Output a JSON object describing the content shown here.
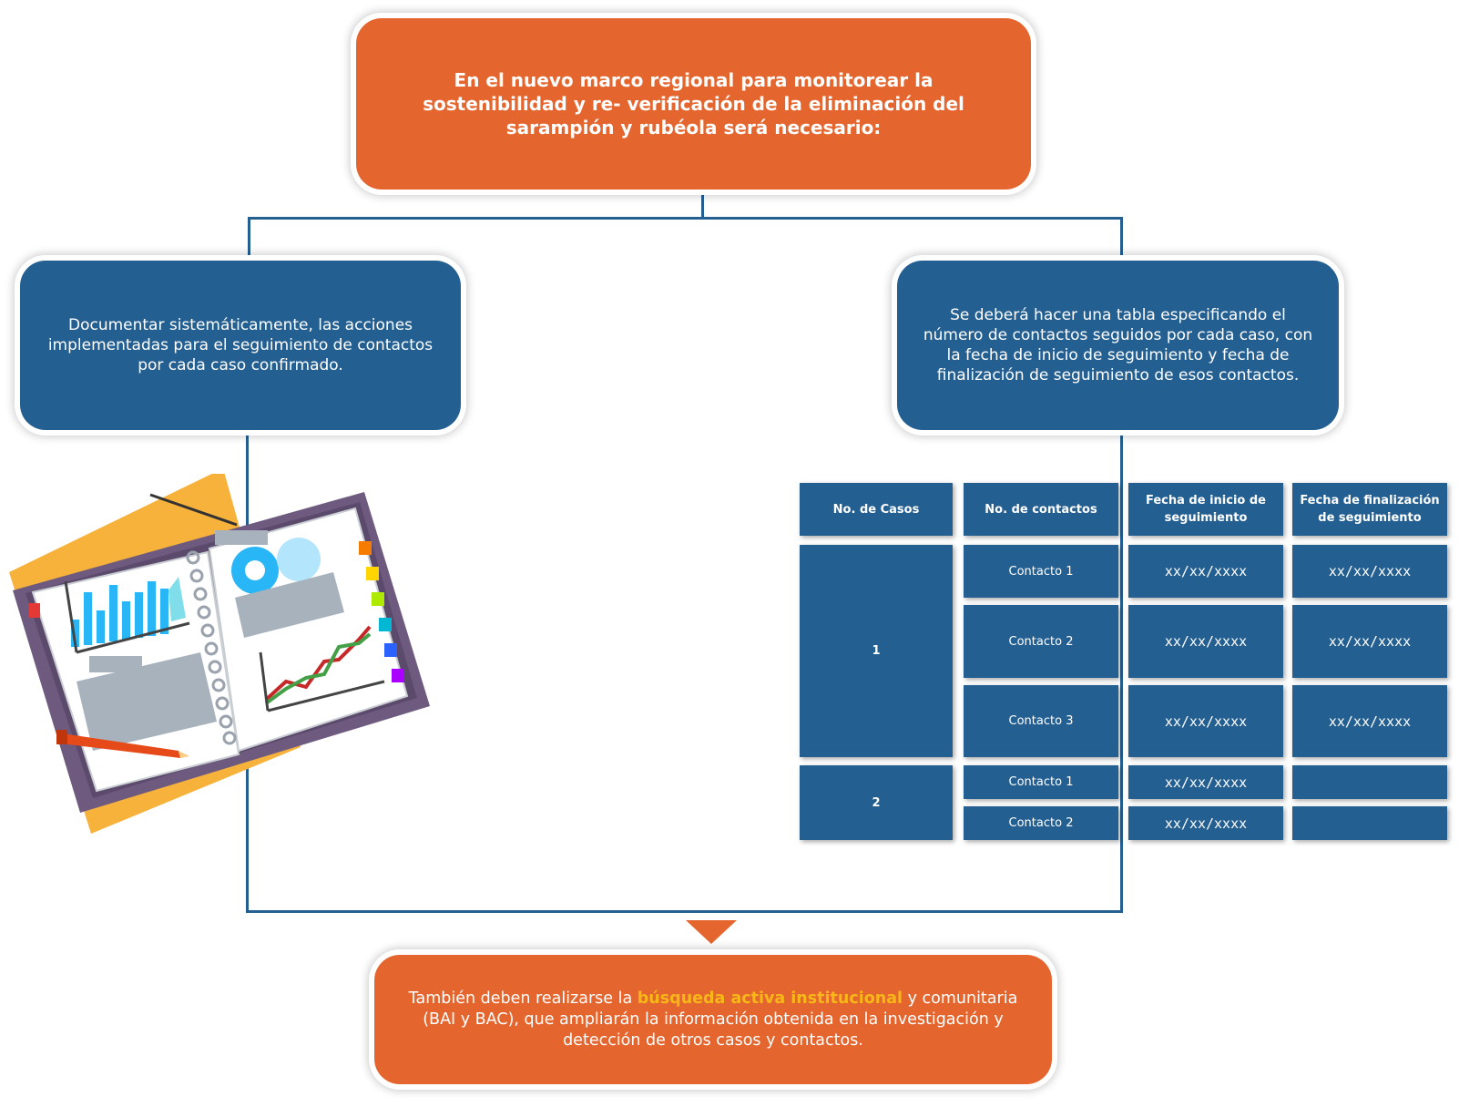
{
  "top": {
    "text": "En el nuevo marco regional para monitorear la sostenibilidad y re- verificación de la eliminación del sarampión y rubéola será necesario:"
  },
  "left": {
    "text": "Documentar sistemáticamente, las acciones implementadas para el seguimiento de contactos por cada caso confirmado."
  },
  "right": {
    "text": "Se deberá hacer una tabla especificando el número de contactos seguidos por cada caso, con la fecha de inicio de seguimiento y fecha de finalización de seguimiento de esos contactos."
  },
  "bottom": {
    "before": "También deben realizarse la ",
    "highlight": "búsqueda activa institucional",
    "after": " y comunitaria (BAI y BAC), que ampliarán la información obtenida en la investigación y detección de otros casos y contactos."
  },
  "table": {
    "headers": [
      "No. de Casos",
      "No. de contactos",
      "Fecha  de inicio de seguimiento",
      "Fecha de finalización de seguimiento"
    ],
    "case1": "1",
    "case2": "2",
    "rows": [
      {
        "contact": "Contacto 1",
        "start": "xx/xx/xxxx",
        "end": "xx/xx/xxxx"
      },
      {
        "contact": "Contacto 2",
        "start": "xx/xx/xxxx",
        "end": "xx/xx/xxxx"
      },
      {
        "contact": "Contacto 3",
        "start": "xx/xx/xxxx",
        "end": "xx/xx/xxxx"
      },
      {
        "contact": "Contacto 1",
        "start": "xx/xx/xxxx",
        "end": ""
      },
      {
        "contact": "Contacto 2",
        "start": "xx/xx/xxxx",
        "end": ""
      }
    ]
  },
  "colors": {
    "orange": "#E5652E",
    "blue": "#245F92",
    "highlight": "#F7B718"
  }
}
